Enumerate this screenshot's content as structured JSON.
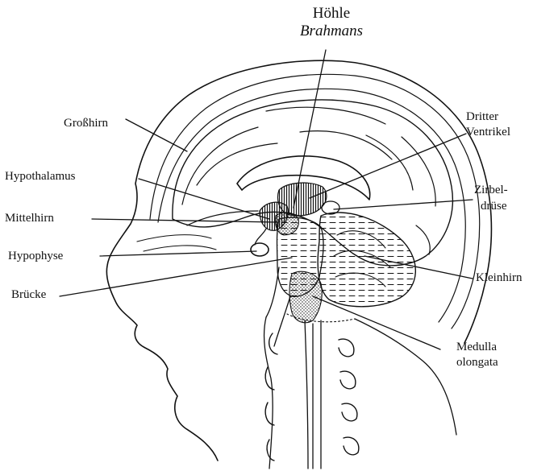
{
  "title": {
    "line1": "Höhle",
    "line2": "Brahmans"
  },
  "labels": {
    "grosshirn": "Großhirn",
    "hypothalamus": "Hypothalamus",
    "mittelhirn": "Mittelhirn",
    "hypophyse": "Hypophyse",
    "bruecke": "Brücke",
    "dritter_1": "Dritter",
    "dritter_2": "Ventrikel",
    "zirbel_1": "Zirbel-",
    "zirbel_2": "drüse",
    "kleinhirn": "Kleinhirn",
    "medulla_1": "Medulla",
    "medulla_2": "olongata"
  },
  "colors": {
    "ink": "#111111",
    "background": "#ffffff"
  }
}
